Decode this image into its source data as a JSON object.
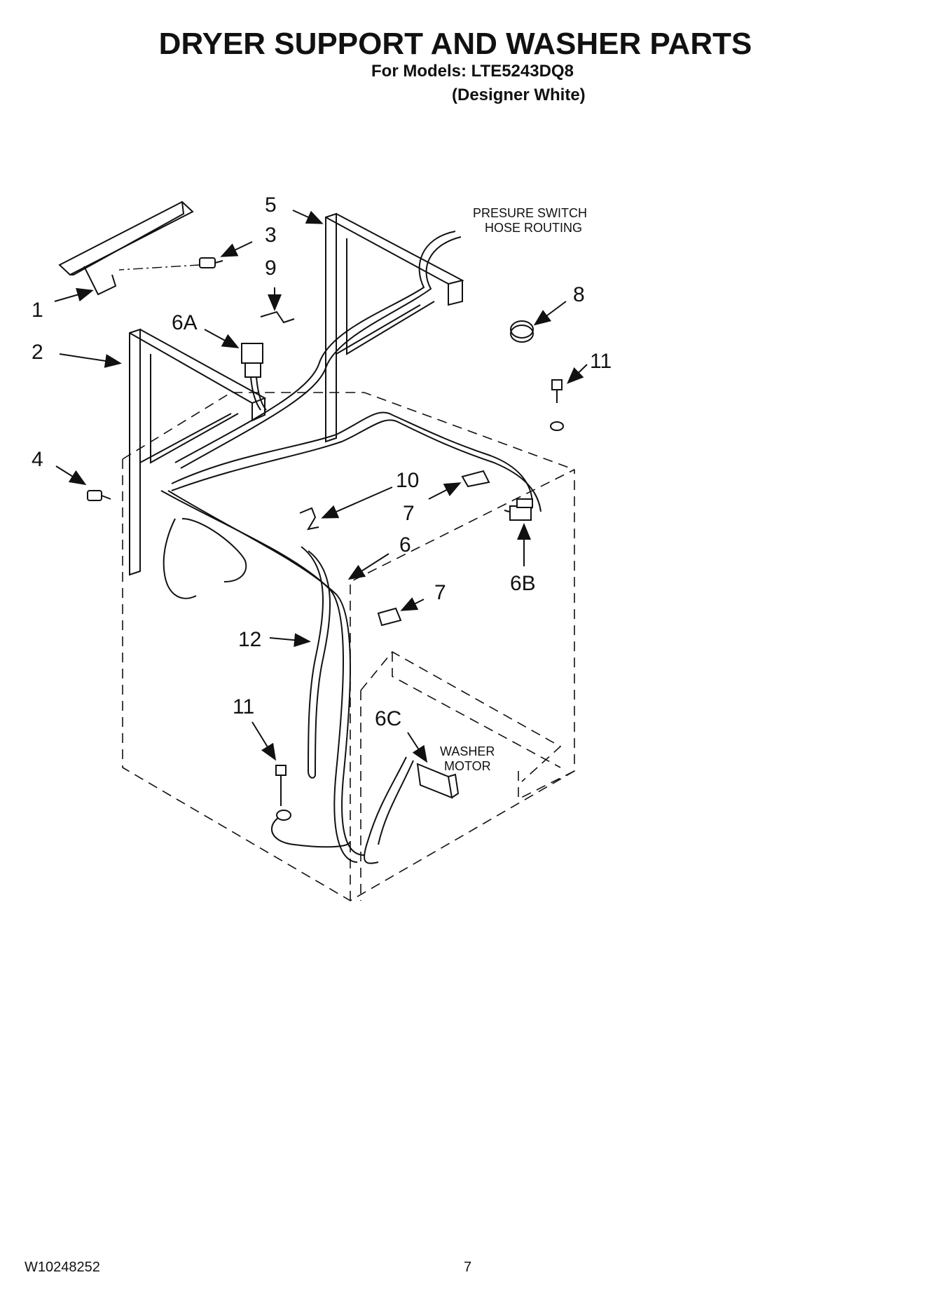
{
  "header": {
    "title": "DRYER SUPPORT AND WASHER PARTS",
    "models_line": "For Models: LTE5243DQ8",
    "color_line": "(Designer White)"
  },
  "callouts": {
    "c1": "1",
    "c2": "2",
    "c3": "3",
    "c4": "4",
    "c5": "5",
    "c6": "6",
    "c6a": "6A",
    "c6b": "6B",
    "c6c": "6C",
    "c7a": "7",
    "c7b": "7",
    "c8": "8",
    "c9": "9",
    "c10": "10",
    "c11a": "11",
    "c11b": "11",
    "c12": "12"
  },
  "notes": {
    "hose_line1": "PRESURE SWITCH",
    "hose_line2": "HOSE ROUTING",
    "motor_line1": "WASHER",
    "motor_line2": "MOTOR"
  },
  "footer": {
    "doc_number": "W10248252",
    "page_number": "7"
  }
}
